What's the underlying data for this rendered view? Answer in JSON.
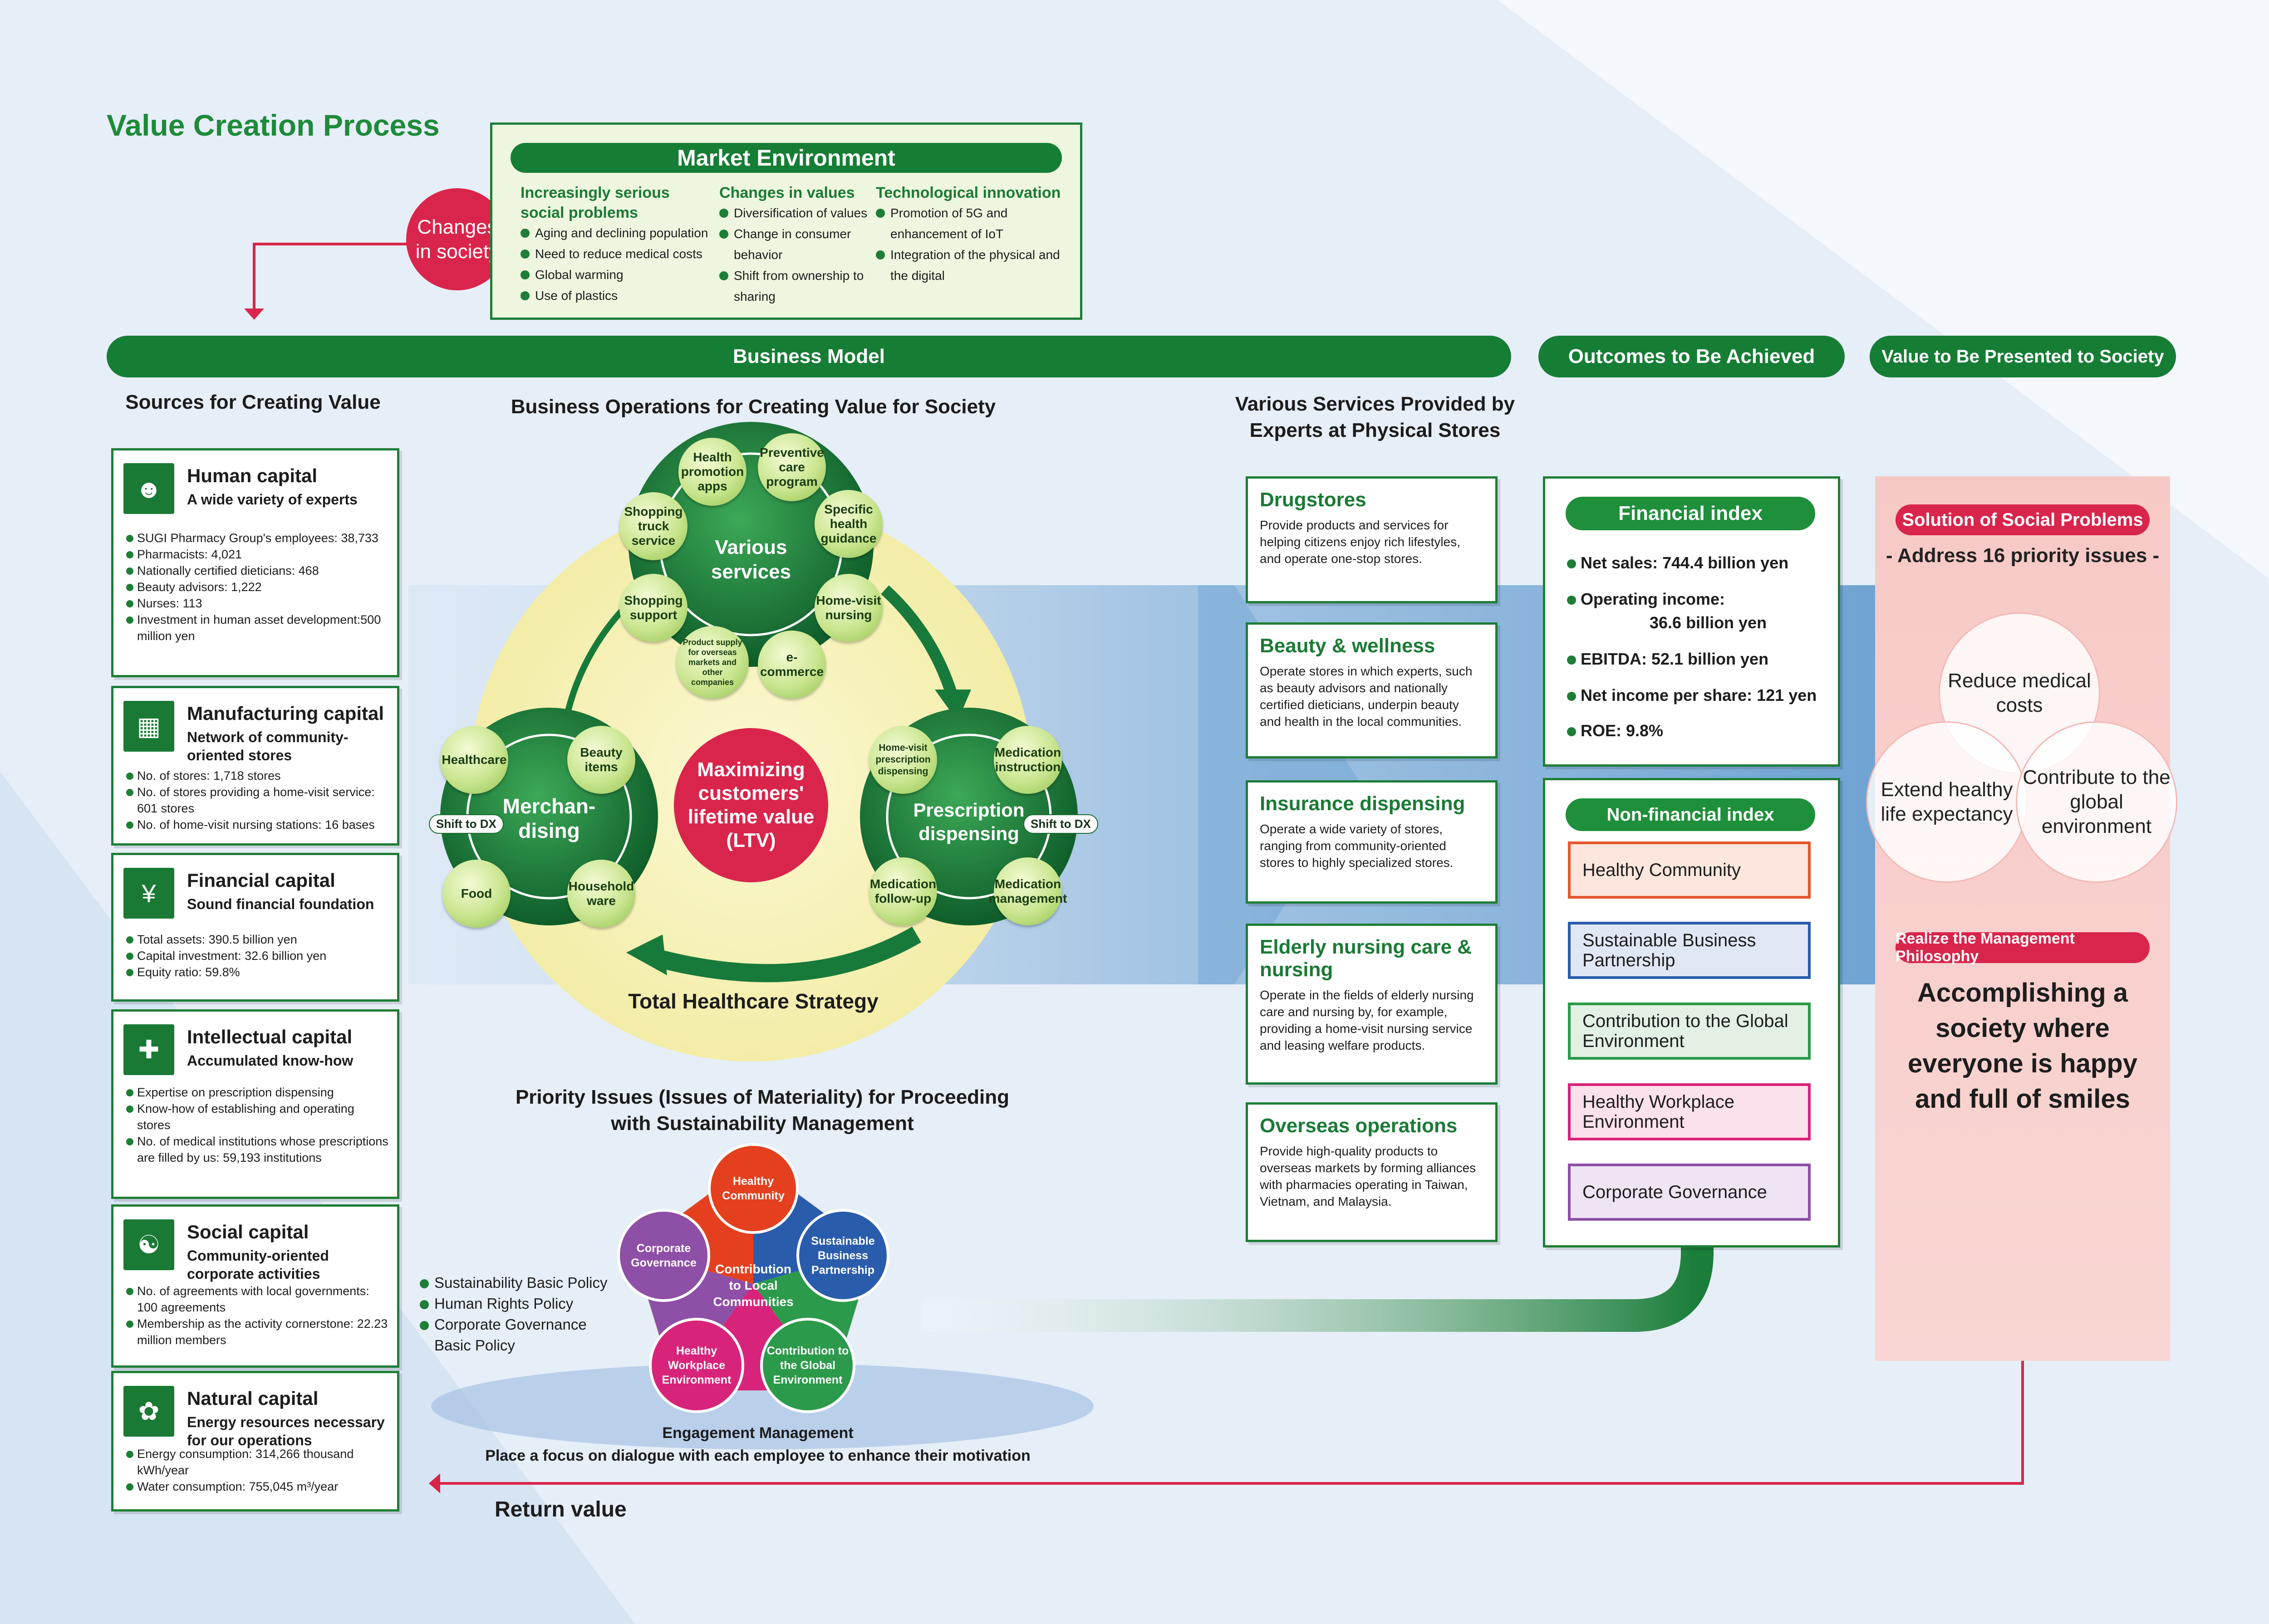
{
  "page_title": "Value Creation Process",
  "changes": "Changes in society",
  "market": {
    "title": "Market Environment",
    "columns": [
      {
        "head": "Increasingly serious social problems",
        "items": [
          "Aging and declining population",
          "Need to reduce medical costs",
          "Global warming",
          "Use of plastics"
        ]
      },
      {
        "head": "Changes in values",
        "items": [
          "Diversification of values",
          "Change in consumer behavior",
          "Shift from ownership to sharing"
        ]
      },
      {
        "head": "Technological innovation",
        "items": [
          "Promotion of 5G and enhancement of IoT",
          "Integration of the physical and the digital"
        ]
      }
    ]
  },
  "bars": {
    "business_model": "Business Model",
    "outcomes": "Outcomes to Be Achieved",
    "value": "Value to Be Presented to Society"
  },
  "headings": {
    "sources": "Sources for Creating Value",
    "operations": "Business Operations for Creating Value for Society",
    "services": "Various Services Provided by Experts at Physical Stores",
    "priority": "Priority Issues (Issues of Materiality) for Proceeding with Sustainability Management"
  },
  "capitals": [
    {
      "title": "Human capital",
      "sub": "A wide variety of experts",
      "icon": "people-icon",
      "items": [
        "SUGI Pharmacy Group's employees: 38,733",
        "Pharmacists: 4,021",
        "Nationally certified dieticians: 468",
        "Beauty advisors: 1,222",
        "Nurses: 113",
        "Investment in human asset development:500 million yen"
      ]
    },
    {
      "title": "Manufacturing capital",
      "sub": "Network of community-oriented stores",
      "icon": "store-icon",
      "items": [
        "No. of stores: 1,718 stores",
        "No. of stores providing a home-visit service: 601 stores",
        "No. of home-visit nursing stations: 16 bases"
      ]
    },
    {
      "title": "Financial capital",
      "sub": "Sound financial foundation",
      "icon": "coins-yen-icon",
      "items": [
        "Total assets: 390.5 billion yen",
        "Capital investment: 32.6 billion yen",
        "Equity ratio: 59.8%"
      ]
    },
    {
      "title": "Intellectual capital",
      "sub": "Accumulated know-how",
      "icon": "pill-icon",
      "items": [
        "Expertise on prescription dispensing",
        "Know-how of establishing and operating stores",
        "No. of medical institutions whose prescriptions are filled by us: 59,193 institutions"
      ]
    },
    {
      "title": "Social capital",
      "sub": "Community-oriented corporate activities",
      "icon": "handshake-icon",
      "items": [
        "No. of agreements with local governments: 100 agreements",
        "Membership as the activity cornerstone: 22.23 million members"
      ]
    },
    {
      "title": "Natural capital",
      "sub": "Energy resources necessary for our operations",
      "icon": "leaf-icon",
      "items": [
        "Energy consumption: 314,266 thousand kWh/year",
        "Water consumption: 755,045 m³/year"
      ]
    }
  ],
  "center": {
    "ltv": "Maximizing customers' lifetime value (LTV)",
    "strategy": "Total Healthcare Strategy",
    "various": "Various services",
    "merch": "Merchan-dising",
    "presc": "Prescription dispensing",
    "shift_dx": "Shift to DX",
    "various_balls": [
      "Health promotion apps",
      "Preventive care program",
      "Specific health guidance",
      "Home-visit nursing",
      "e-commerce",
      "Product supply for overseas markets and other companies",
      "Shopping support",
      "Shopping truck service"
    ],
    "merch_balls": [
      "Healthcare",
      "Beauty items",
      "Household ware",
      "Food"
    ],
    "presc_balls": [
      "Home-visit prescription dispensing",
      "Medication instruction",
      "Medication management",
      "Medication follow-up"
    ]
  },
  "services": [
    {
      "title": "Drugstores",
      "desc": "Provide products and services for helping citizens enjoy rich lifestyles, and operate one-stop stores."
    },
    {
      "title": "Beauty & wellness",
      "desc": "Operate stores in which experts, such as beauty advisors and nationally certified dieticians, underpin beauty and health in the local communities."
    },
    {
      "title": "Insurance dispensing",
      "desc": "Operate a wide variety of stores, ranging from community-oriented stores to highly specialized stores."
    },
    {
      "title": "Elderly nursing care & nursing",
      "desc": "Operate in the fields of elderly nursing care and nursing by, for example, providing a home-visit nursing service and leasing welfare products."
    },
    {
      "title": "Overseas operations",
      "desc": "Provide high-quality products to overseas markets by forming alliances with pharmacies operating in Taiwan, Vietnam, and Malaysia."
    }
  ],
  "financial": {
    "title": "Financial index",
    "items": [
      "Net sales: 744.4 billion yen",
      "Operating income:",
      "36.6 billion yen",
      "EBITDA: 52.1 billion yen",
      "Net income per share: 121 yen",
      "ROE: 9.8%"
    ]
  },
  "nonfinancial": {
    "title": "Non-financial index",
    "items": [
      {
        "label": "Healthy Community",
        "color": "#e4572e",
        "bg": "#fce6dd"
      },
      {
        "label": "Sustainable Business Partnership",
        "color": "#2a5cac",
        "bg": "#e0e7f4"
      },
      {
        "label": "Contribution to the Global Environment",
        "color": "#2b9a4a",
        "bg": "#e2f1e3"
      },
      {
        "label": "Healthy Workplace Environment",
        "color": "#d7247a",
        "bg": "#fbe1ec"
      },
      {
        "label": "Corporate Governance",
        "color": "#8e4fa6",
        "bg": "#efe4f3"
      }
    ]
  },
  "value": {
    "solution": "Solution of Social Problems",
    "address": "- Address 16 priority issues -",
    "circles": [
      "Reduce medical costs",
      "Extend healthy life expectancy",
      "Contribute to the global environment"
    ],
    "realize": "Realize the Management Philosophy",
    "philosophy": "Accomplishing a society where everyone is happy and full of smiles"
  },
  "priority": {
    "center": "Contribution to Local Communities",
    "items": [
      "Healthy Community",
      "Sustainable Business Partnership",
      "Contribution to the Global Environment",
      "Healthy Workplace Environment",
      "Corporate Governance"
    ],
    "policies": [
      "Sustainability Basic Policy",
      "Human Rights Policy",
      "Corporate Governance Basic Policy"
    ],
    "engagement_title": "Engagement Management",
    "engagement_desc": "Place a focus on dialogue with each employee to enhance their motivation"
  },
  "return_value": "Return value"
}
